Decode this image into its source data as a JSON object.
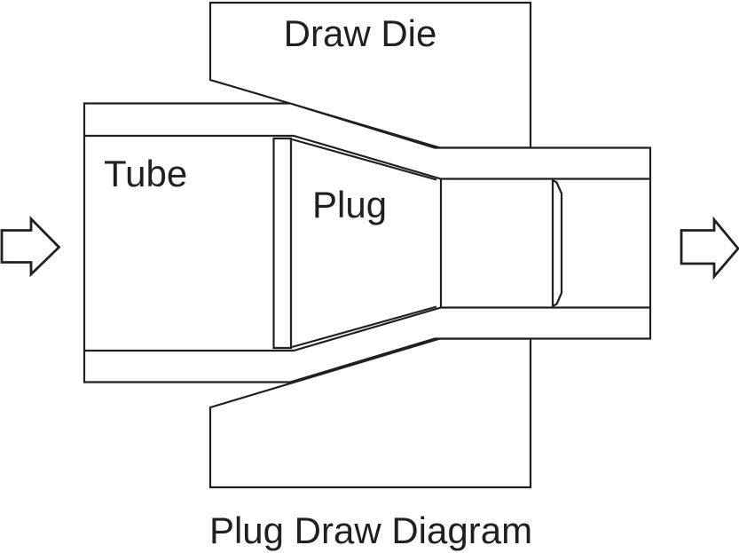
{
  "diagram": {
    "caption": "Plug Draw Diagram",
    "labels": {
      "draw_die": "Draw Die",
      "tube": "Tube",
      "plug": "Plug"
    },
    "icons": {
      "inlet_arrow": "right-block-arrow",
      "outlet_arrow": "right-block-arrow"
    },
    "colors": {
      "line": "#231f20",
      "background": "#ffffff"
    }
  }
}
